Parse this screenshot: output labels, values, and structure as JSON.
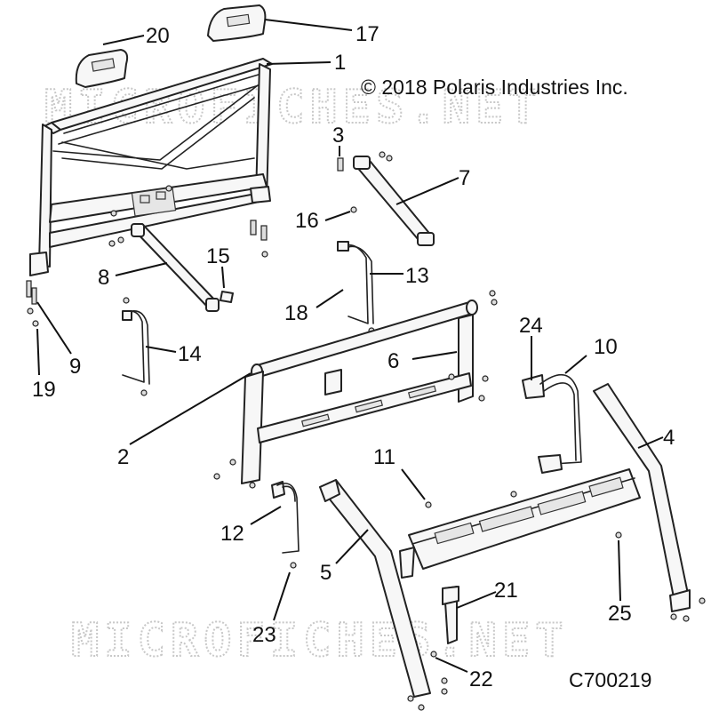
{
  "copyright": "© 2018 Polaris Industries Inc.",
  "drawing_number": "C700219",
  "watermark": "MICROFICHES.NET",
  "callouts": [
    "20",
    "17",
    "1",
    "3",
    "7",
    "16",
    "13",
    "15",
    "8",
    "18",
    "9",
    "14",
    "6",
    "24",
    "10",
    "19",
    "2",
    "4",
    "11",
    "12",
    "5",
    "21",
    "25",
    "23",
    "22"
  ]
}
